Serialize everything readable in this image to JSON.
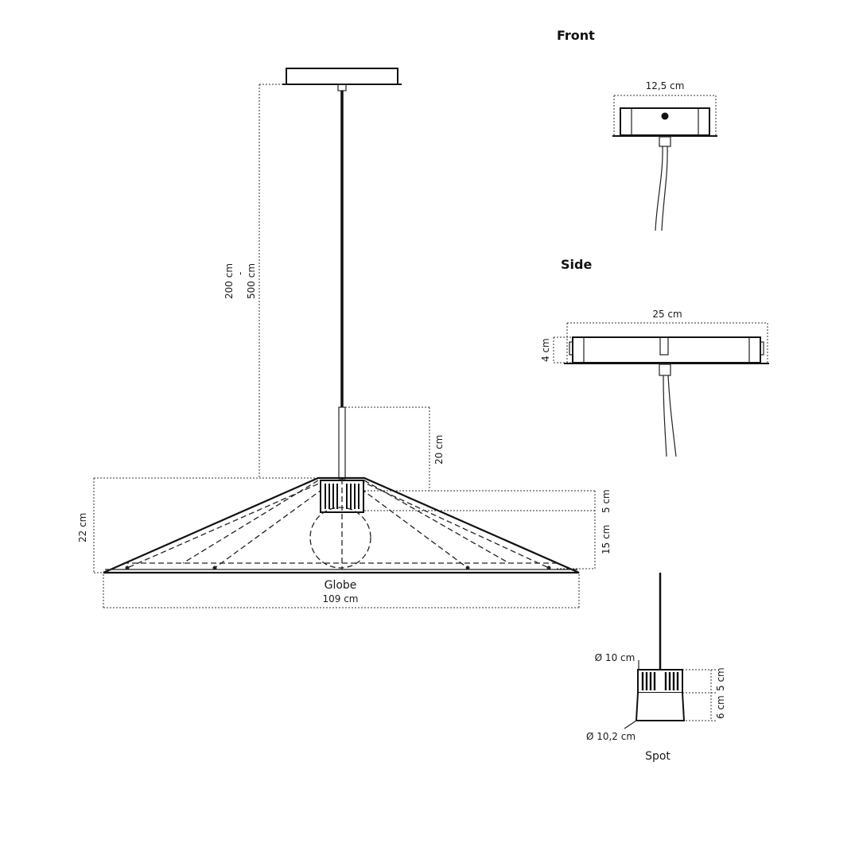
{
  "headers": {
    "front": "Front",
    "side": "Side"
  },
  "main_view": {
    "height_min": "200 cm",
    "height_sep": "-",
    "height_max": "500 cm",
    "stem_length": "20 cm",
    "shade_height": "22 cm",
    "socket_height": "5 cm",
    "bulb_height": "15 cm",
    "bulb_name": "Globe",
    "shade_width": "109 cm"
  },
  "front_view": {
    "width": "12,5 cm"
  },
  "side_view": {
    "width": "25 cm",
    "height": "4 cm"
  },
  "spot_view": {
    "top_diameter": "Ø 10 cm",
    "bottom_diameter": "Ø 10,2 cm",
    "ring_height": "5 cm",
    "total_height": "6 cm",
    "name": "Spot"
  }
}
